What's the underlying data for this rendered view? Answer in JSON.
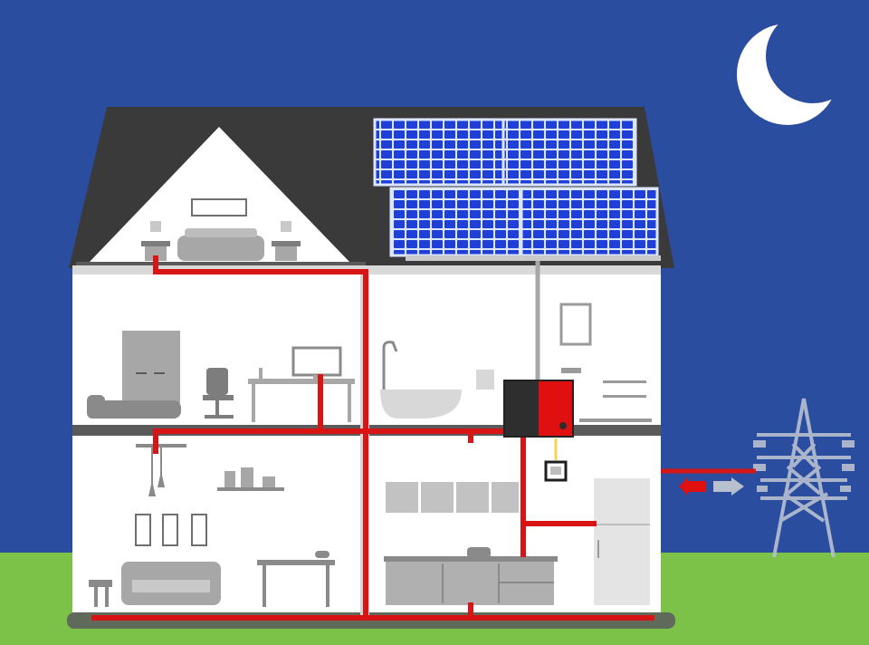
{
  "scene": {
    "time_of_day": "night",
    "colors": {
      "sky": "#2b4d9f",
      "ground": "#7cc148",
      "roof": "#3a3a3a",
      "wall": "#ffffff",
      "floor": "#5a5a5a",
      "wire": "#d91414",
      "solar_panel": "#1e3fd8",
      "inverter_dark": "#2e2e2e",
      "inverter_red": "#e01010",
      "moon": "#ffffff",
      "pylon": "#b8c0d0",
      "furniture": "#a7a7a7"
    },
    "solar_array": {
      "panels": 4
    },
    "power_flow": {
      "direction": "from-grid-to-house",
      "arrow_color": "#e01010"
    },
    "icons": [
      "moon-icon",
      "solar-panel-icon",
      "inverter-icon",
      "meter-icon",
      "power-pylon-icon",
      "flow-arrow-icon"
    ]
  }
}
